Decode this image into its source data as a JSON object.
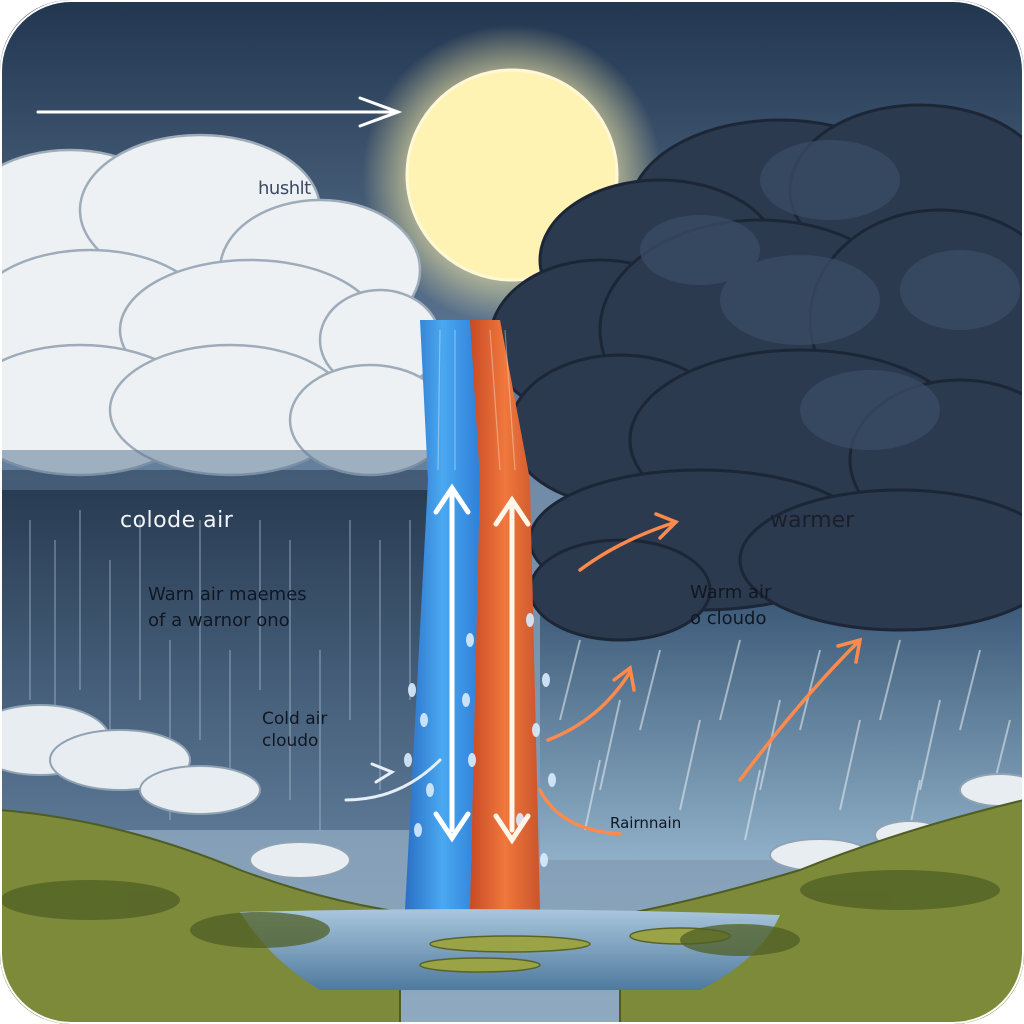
{
  "labels": {
    "top": "hushlt",
    "colode_air": "colode air",
    "warmer": "warmer",
    "warm_left_line1": "Warn air maemes",
    "warm_left_line2": "of a warnor ono",
    "warm_right_line1": "Warm air",
    "warm_right_line2": "o cloudo",
    "cold_line1": "Cold air",
    "cold_line2": "cloudo",
    "rain": "Rairnnain"
  },
  "colors": {
    "sky_top": "#2f4766",
    "sky_bottom": "#7e97b2",
    "sun": "#fff4b0",
    "cold_column": "#3a8ee0",
    "warm_column": "#e0612f",
    "dark_cloud": "#2b3a4e",
    "light_cloud": "#eef1f3",
    "hills": "#7d8a3a",
    "water": "#6f98bb",
    "warm_arrow": "#ff7a3c",
    "cold_arrow": "#ffffff"
  }
}
